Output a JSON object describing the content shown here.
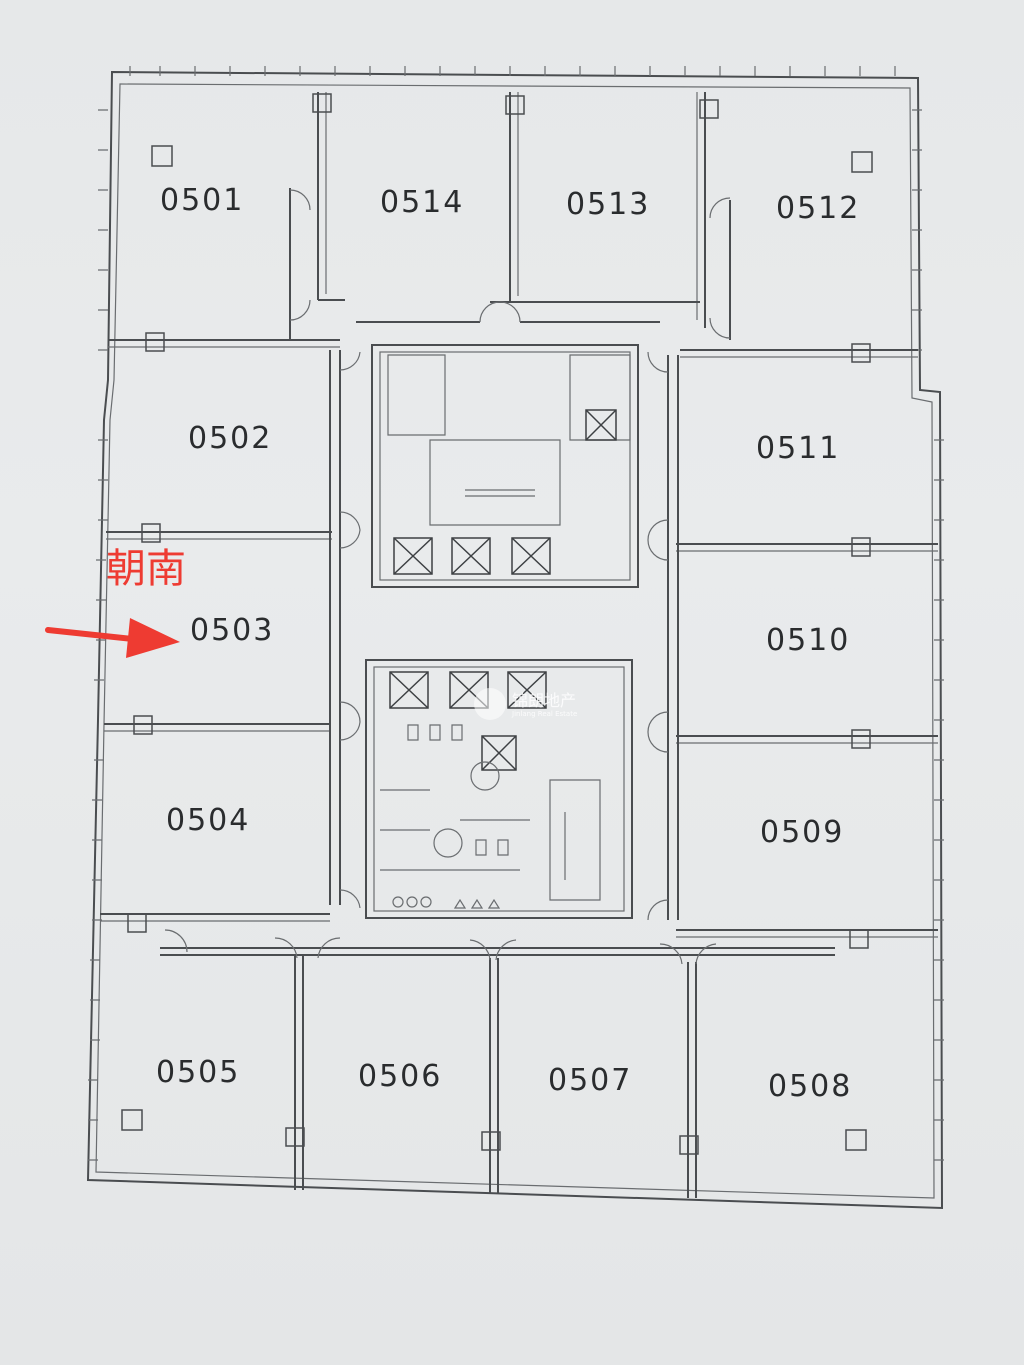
{
  "rooms": [
    {
      "id": "r0501",
      "label": "0501"
    },
    {
      "id": "r0514",
      "label": "0514"
    },
    {
      "id": "r0513",
      "label": "0513"
    },
    {
      "id": "r0512",
      "label": "0512"
    },
    {
      "id": "r0502",
      "label": "0502"
    },
    {
      "id": "r0511",
      "label": "0511"
    },
    {
      "id": "r0503",
      "label": "0503"
    },
    {
      "id": "r0510",
      "label": "0510"
    },
    {
      "id": "r0504",
      "label": "0504"
    },
    {
      "id": "r0509",
      "label": "0509"
    },
    {
      "id": "r0505",
      "label": "0505"
    },
    {
      "id": "r0506",
      "label": "0506"
    },
    {
      "id": "r0507",
      "label": "0507"
    },
    {
      "id": "r0508",
      "label": "0508"
    }
  ],
  "annotation": {
    "text": "朝南",
    "color": "#ee3b32"
  },
  "watermark": {
    "text": "锦朗地产",
    "subtext": "Jinlang Real Estate"
  },
  "colors": {
    "paper": "#e8eaeb",
    "line": "#4a4d50",
    "arrow": "#ee3b32"
  }
}
